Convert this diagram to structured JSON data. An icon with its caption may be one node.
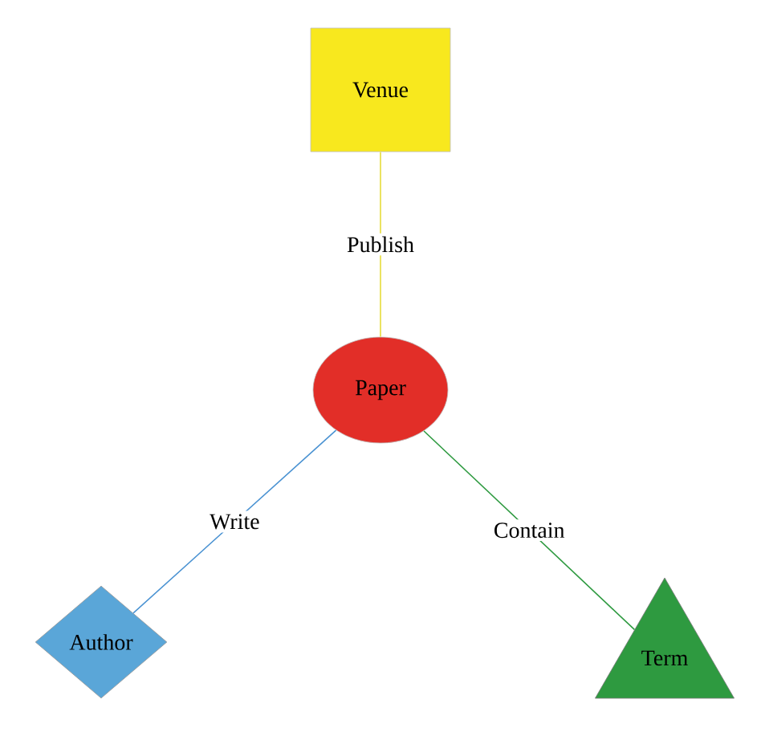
{
  "diagram": {
    "nodes": [
      {
        "text": [
          "Venue"
        ]
      },
      {
        "text": [
          "Paper"
        ]
      },
      {
        "text": [
          "Author"
        ]
      },
      {
        "text": [
          "Term"
        ]
      }
    ],
    "edges": [
      {
        "from": 0,
        "to": 1,
        "arrow": "none",
        "label": "Publish",
        "color": "#e6dc3a"
      },
      {
        "from": 1,
        "to": 2,
        "arrow": "none",
        "label": "Write",
        "color": "#4a92d2"
      },
      {
        "from": 1,
        "to": 3,
        "arrow": "none",
        "label": "Contain",
        "color": "#2e9a40"
      }
    ]
  }
}
